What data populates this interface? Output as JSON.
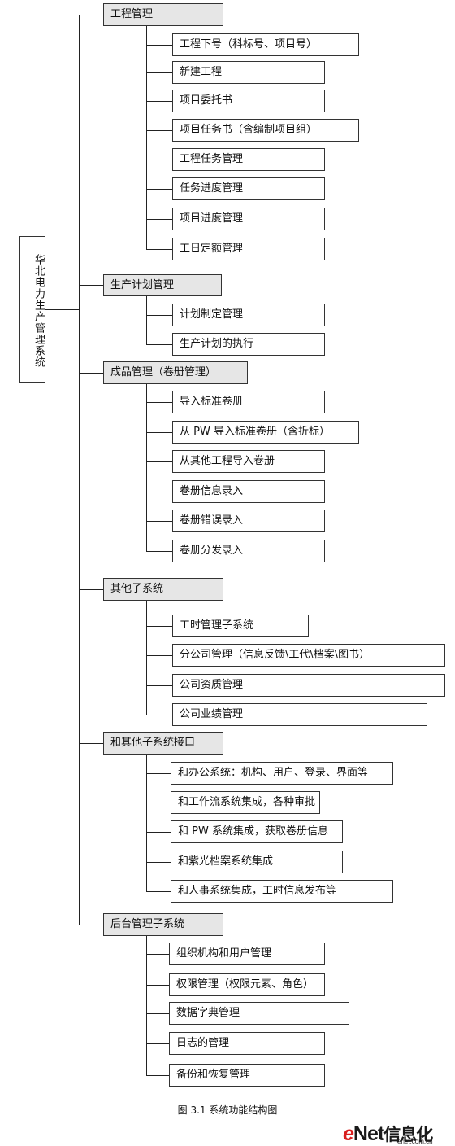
{
  "root": {
    "label": "华北电力生产管理系统"
  },
  "modules": [
    {
      "label": "工程管理",
      "items": [
        "工程下号（科标号、项目号）",
        "新建工程",
        "项目委托书",
        "项目任务书（含编制项目组）",
        "工程任务管理",
        "任务进度管理",
        "项目进度管理",
        "工日定额管理"
      ]
    },
    {
      "label": "生产计划管理",
      "items": [
        "计划制定管理",
        "生产计划的执行"
      ]
    },
    {
      "label": "成品管理（卷册管理）",
      "items": [
        "导入标准卷册",
        "从 PW 导入标准卷册（含折标）",
        "从其他工程导入卷册",
        "卷册信息录入",
        "卷册错误录入",
        "卷册分发录入"
      ]
    },
    {
      "label": "其他子系统",
      "items": [
        "工时管理子系统",
        "分公司管理（信息反馈\\工代\\档案\\图书）",
        "公司资质管理",
        "公司业绩管理"
      ]
    },
    {
      "label": "和其他子系统接口",
      "items": [
        "和办公系统：机构、用户、登录、界面等",
        "和工作流系统集成，各种审批",
        "和 PW 系统集成，获取卷册信息",
        "和紫光档案系统集成",
        "和人事系统集成，工时信息发布等"
      ]
    },
    {
      "label": "后台管理子系统",
      "items": [
        "组织机构和用户管理",
        "权限管理（权限元素、角色）",
        "数据字典管理",
        "日志的管理",
        "备份和恢复管理"
      ]
    }
  ],
  "caption": "图 3.1  系统功能结构图",
  "watermark": {
    "e": "e",
    "net": "Net",
    "cn": "信息化",
    "sub": "enet.com.cn"
  }
}
